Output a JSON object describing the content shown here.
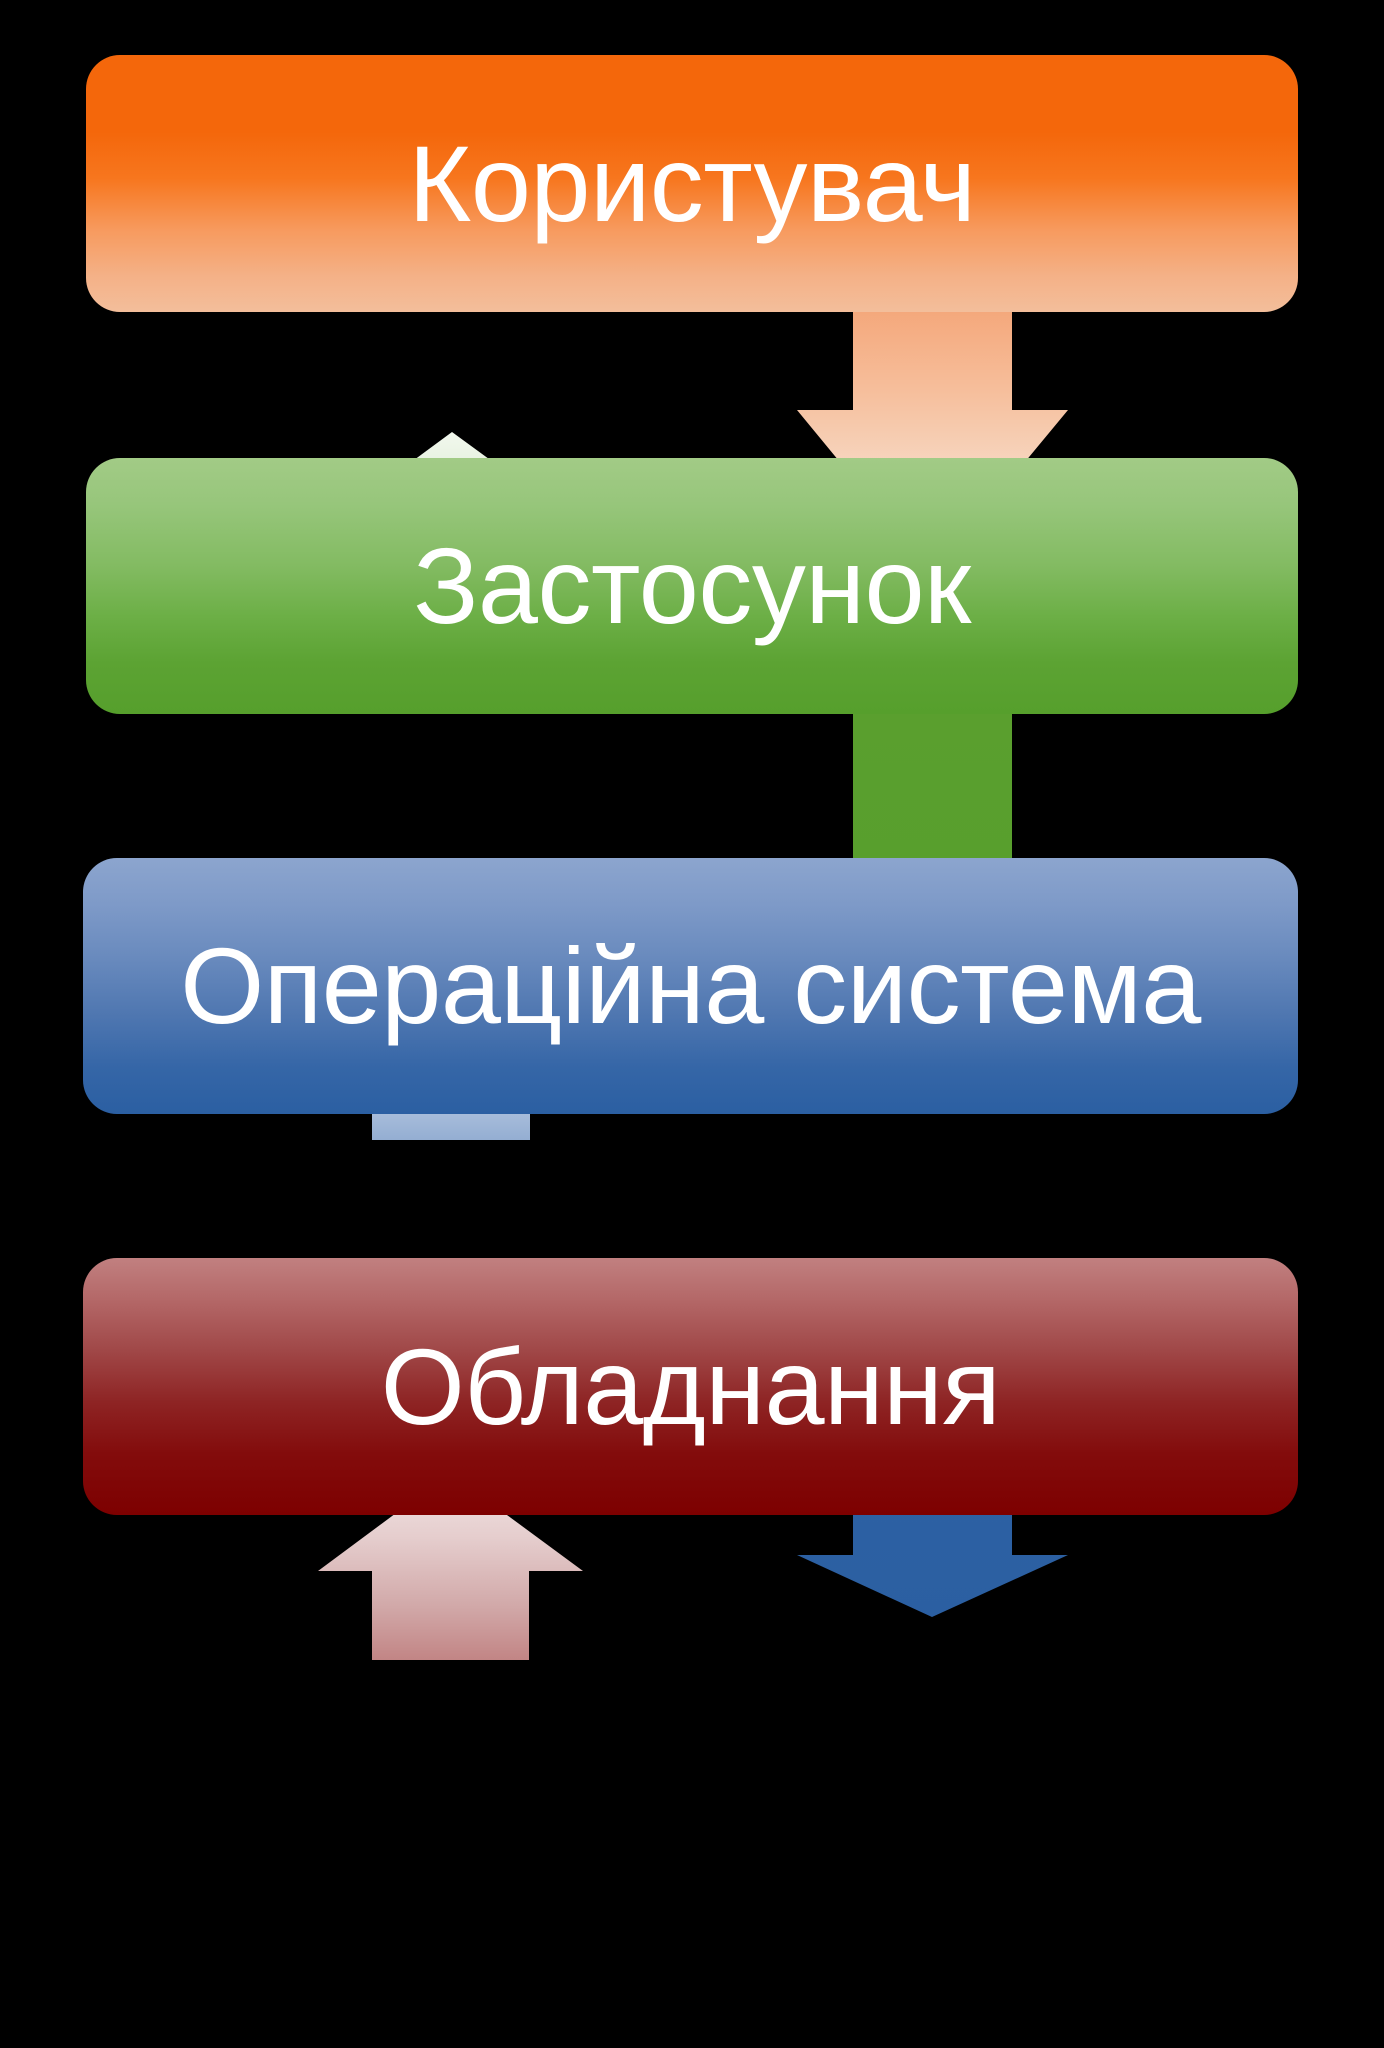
{
  "diagram": {
    "title": "Computer system layer stack",
    "background_color": "#000000",
    "text_color": "#ffffff",
    "layers": [
      {
        "id": "user",
        "label": "Користувач",
        "color": "#F4670B",
        "gradient_from": "#F4670B",
        "gradient_to": "#F3BE9B"
      },
      {
        "id": "application",
        "label": "Застосунок",
        "color": "#569F2C",
        "gradient_from": "#A2CB86",
        "gradient_to": "#569F2C"
      },
      {
        "id": "operating-system",
        "label": "Операційна система",
        "color": "#2B5FA2",
        "gradient_from": "#8CA5CE",
        "gradient_to": "#2B5FA2"
      },
      {
        "id": "hardware",
        "label": "Обладнання",
        "color": "#7D0000",
        "gradient_from": "#C18080",
        "gradient_to": "#7D0000"
      }
    ],
    "arrows": [
      {
        "id": "user-to-application",
        "direction": "down",
        "from": "user",
        "to": "application",
        "color_from": "#F3BE9B",
        "color_to": "#FAEAE0"
      },
      {
        "id": "application-to-user",
        "direction": "up",
        "from": "application",
        "to": "user",
        "color_from": "#8BBE6D",
        "color_to": "#EFF7EC"
      },
      {
        "id": "application-to-operating-system",
        "direction": "down",
        "from": "application",
        "to": "operating-system",
        "color_from": "#569F2C",
        "color_to": "#569F2C"
      },
      {
        "id": "operating-system-to-application",
        "direction": "up",
        "from": "operating-system",
        "to": "application",
        "color_from": "#8CA5CE",
        "color_to": "#F4F8FC"
      },
      {
        "id": "operating-system-to-hardware",
        "direction": "down",
        "from": "operating-system",
        "to": "hardware",
        "color_from": "#2B5FA2",
        "color_to": "#2B5FA2"
      },
      {
        "id": "hardware-to-operating-system",
        "direction": "up",
        "from": "hardware",
        "to": "operating-system",
        "color_from": "#C18080",
        "color_to": "#F0E2E2"
      }
    ]
  }
}
